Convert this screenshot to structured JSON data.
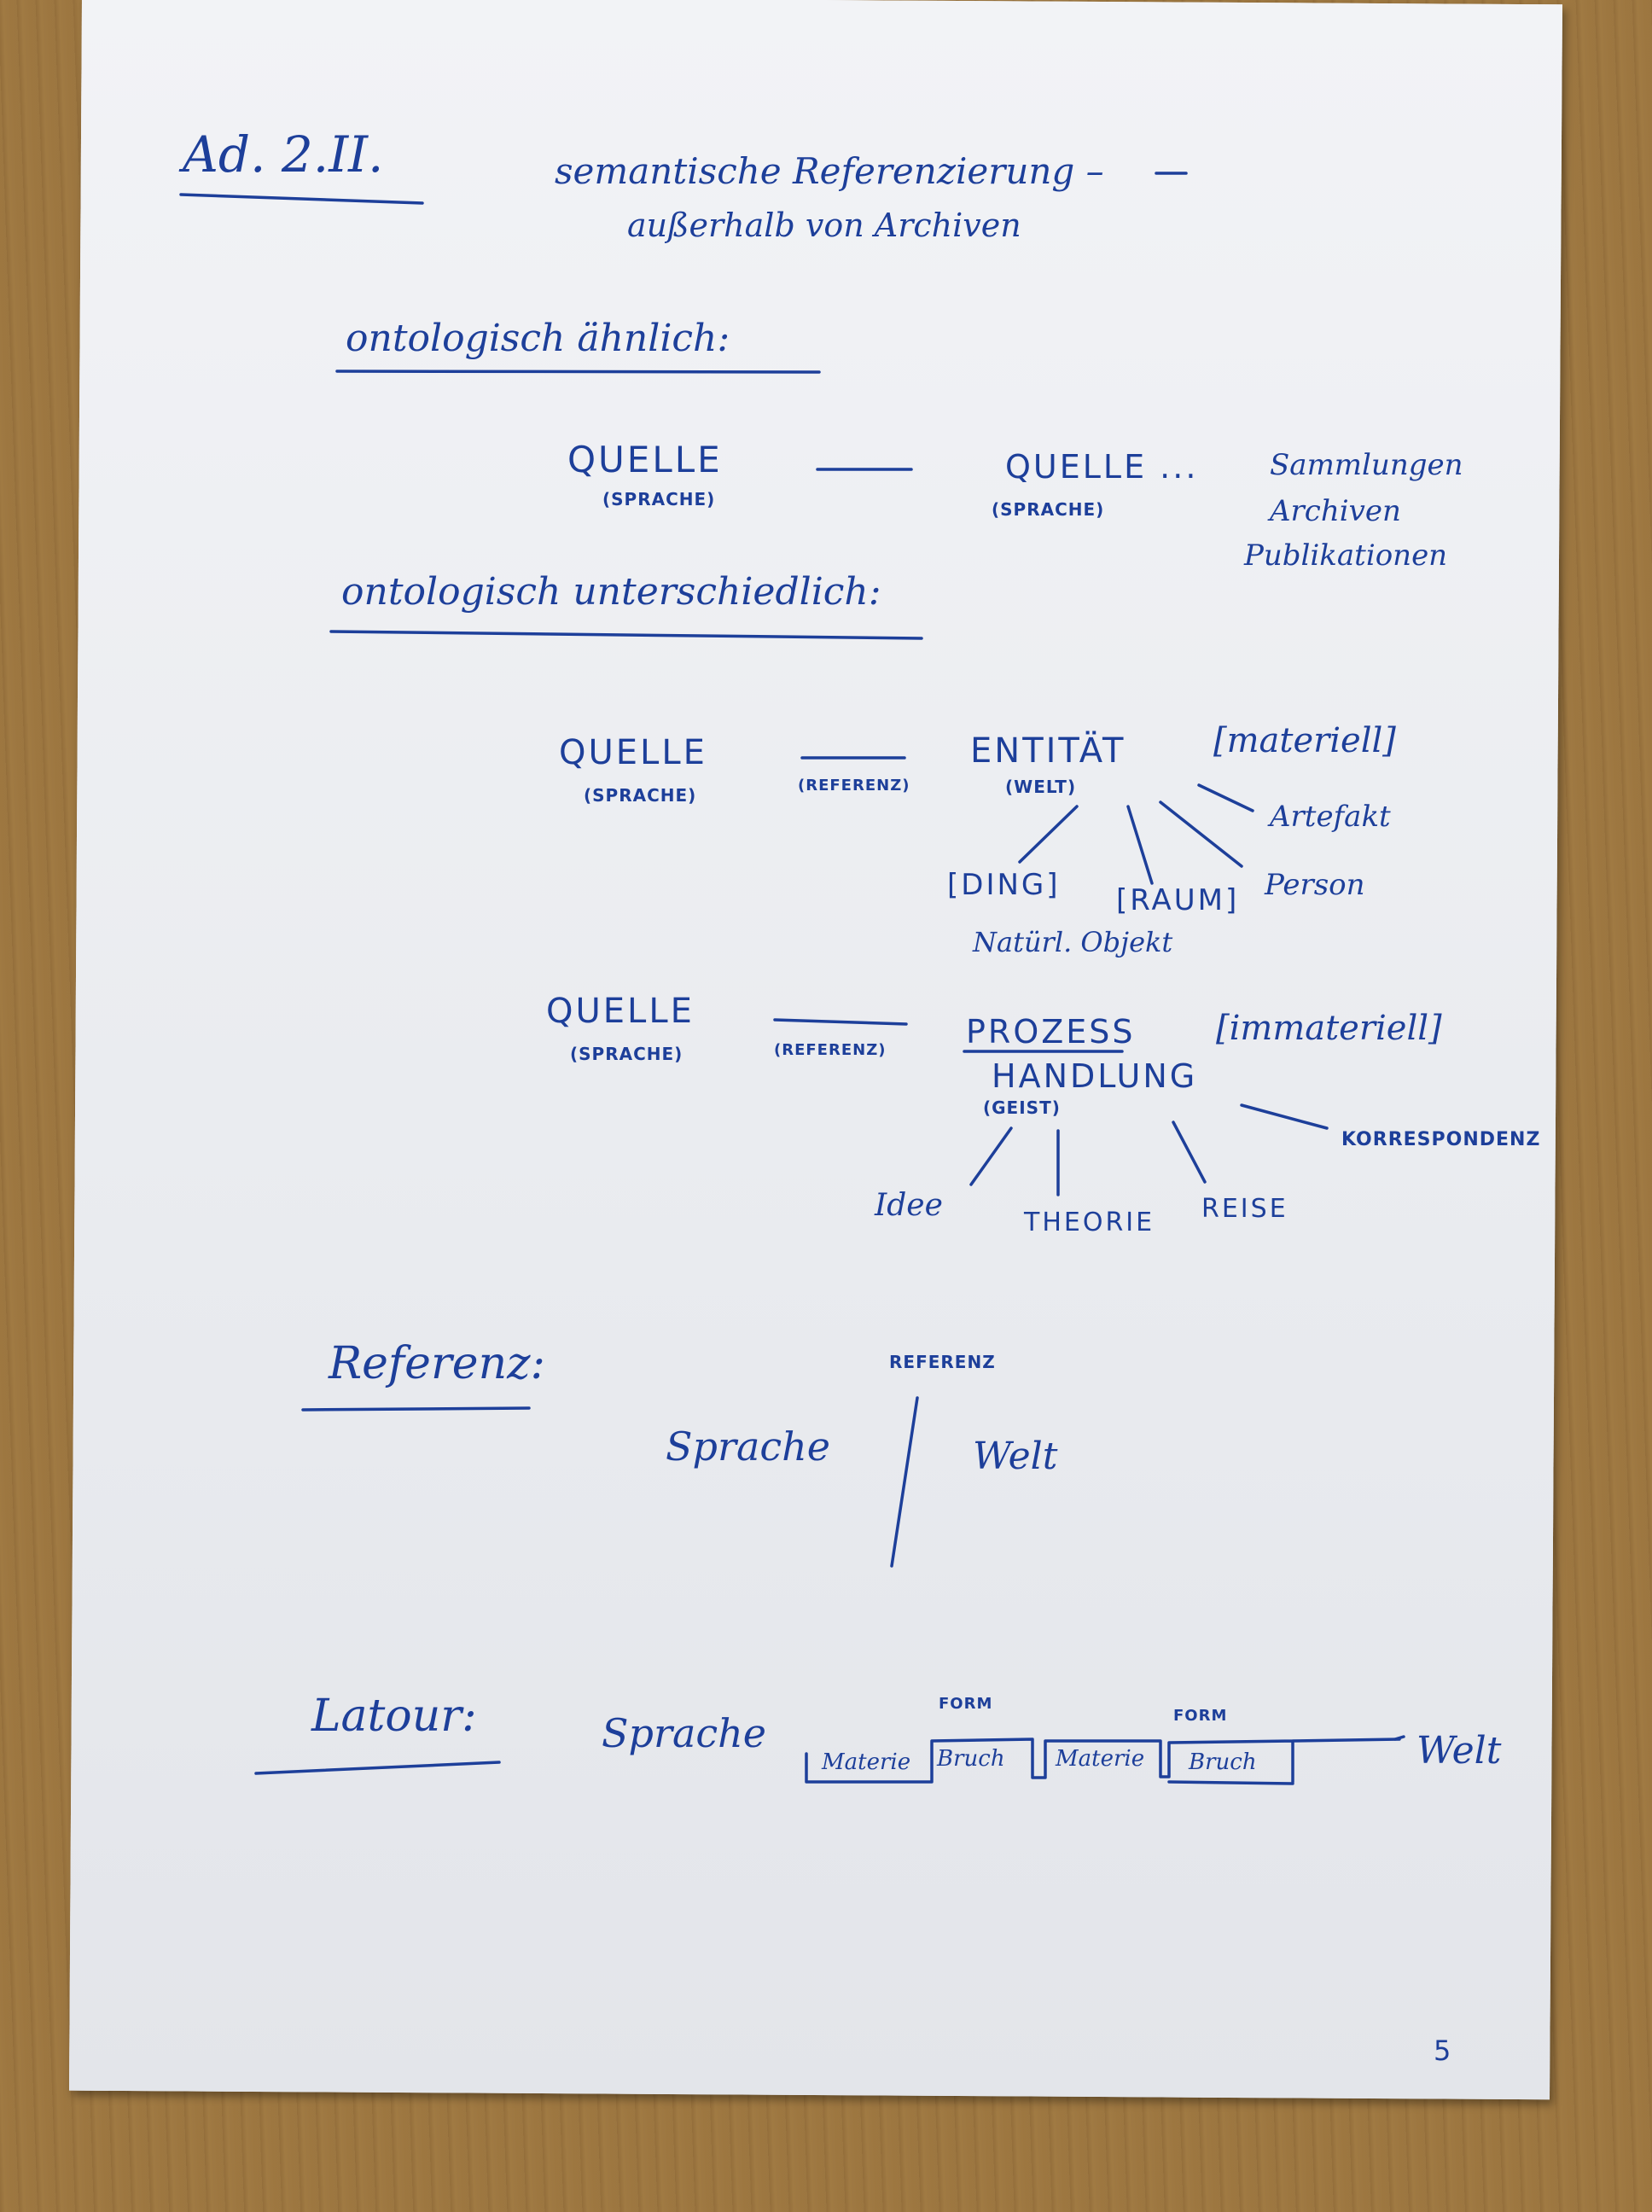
{
  "heading": {
    "section": "Ad. 2.II.",
    "title_line1": "semantische Referenzierung –",
    "title_line2": "außerhalb von Archiven"
  },
  "similar": {
    "label": "ontologisch ähnlich:",
    "source": "QUELLE",
    "source_sub": "(SPRACHE)",
    "target": "QUELLE ...",
    "target_sub": "(SPRACHE)",
    "items": [
      "Sammlungen",
      "Archiven",
      "Publikationen"
    ]
  },
  "different": {
    "label": "ontologisch unterschiedlich:",
    "material": {
      "source": "QUELLE",
      "source_sub": "(SPRACHE)",
      "link": "(REFERENZ)",
      "target": "ENTITÄT",
      "target_sub": "(WELT)",
      "qualifier": "[materiell]",
      "children": [
        "[DING]",
        "[RAUM]",
        "Person",
        "Artefakt"
      ],
      "note": "Natürl. Objekt"
    },
    "immaterial": {
      "source": "QUELLE",
      "source_sub": "(SPRACHE)",
      "link": "(REFERENZ)",
      "target_line1": "PROZESS",
      "target_line2": "HANDLUNG",
      "target_sub": "(GEIST)",
      "qualifier": "[immateriell]",
      "children": [
        "Idee",
        "THEORIE",
        "REISE",
        "KORRESPONDENZ"
      ]
    }
  },
  "reference": {
    "label": "Referenz:",
    "divider_label": "REFERENZ",
    "left": "Sprache",
    "right": "Welt"
  },
  "latour": {
    "label": "Latour:",
    "start": "Sprache",
    "chain": [
      "Materie",
      "Bruch",
      "Materie",
      "Bruch"
    ],
    "form_labels": [
      "FORM",
      "FORM"
    ],
    "end": "Welt"
  },
  "page_number": "5",
  "colors": {
    "ink": "#1d3f9a",
    "paper": "#eef0f3",
    "table": "#a07a43"
  }
}
